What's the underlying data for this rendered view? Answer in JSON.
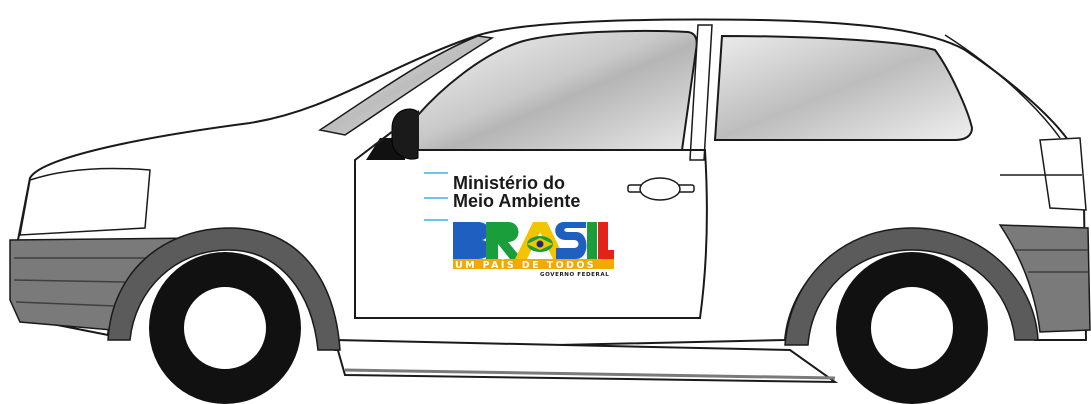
{
  "door_sign": {
    "line1": "Ministério do",
    "line2": "Meio Ambiente"
  },
  "logo": {
    "wordmark": "BRASIL",
    "slogan": "UM PAÍS DE TODOS",
    "subline": "GOVERNO FEDERAL"
  },
  "colors": {
    "body_outline": "#1a1a1a",
    "bumper": "#7a7a7a",
    "tire": "#111111",
    "wheel_arch": "#5b5b5b",
    "glass_light": "#f4f4f4",
    "glass_dark": "#9c9c9c",
    "rule_cyan": "#3fb0e6",
    "logo_blue": "#1f5fbf",
    "logo_green": "#1a9e3c",
    "logo_yellow": "#f5c400",
    "logo_red": "#e2231a",
    "logo_navy": "#1f2a6b",
    "slogan_bar": "#f2a900"
  }
}
